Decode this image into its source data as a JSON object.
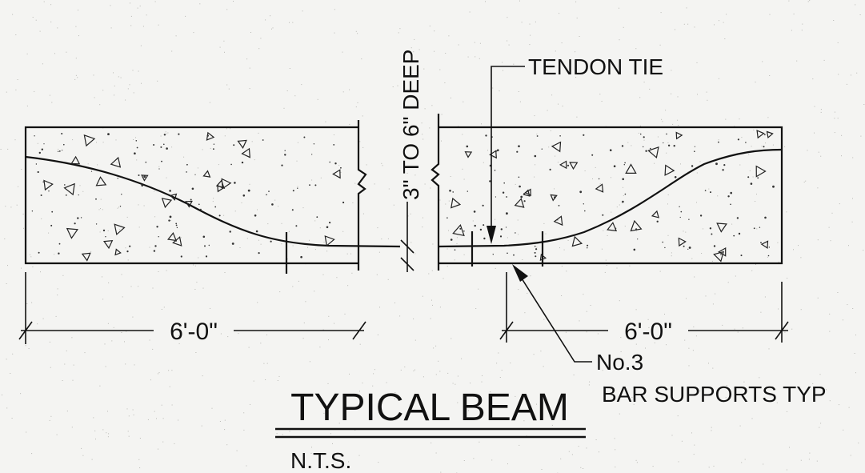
{
  "title": "TYPICAL BEAM",
  "scale_note": "N.T.S.",
  "labels": {
    "depth": "3\" TO 6\" DEEP",
    "tendon_tie": "TENDON TIE",
    "left_dimension": "6'-0\"",
    "right_dimension": "6'-0\"",
    "bar_size": "No.3",
    "bar_supports": "BAR SUPPORTS TYP"
  }
}
